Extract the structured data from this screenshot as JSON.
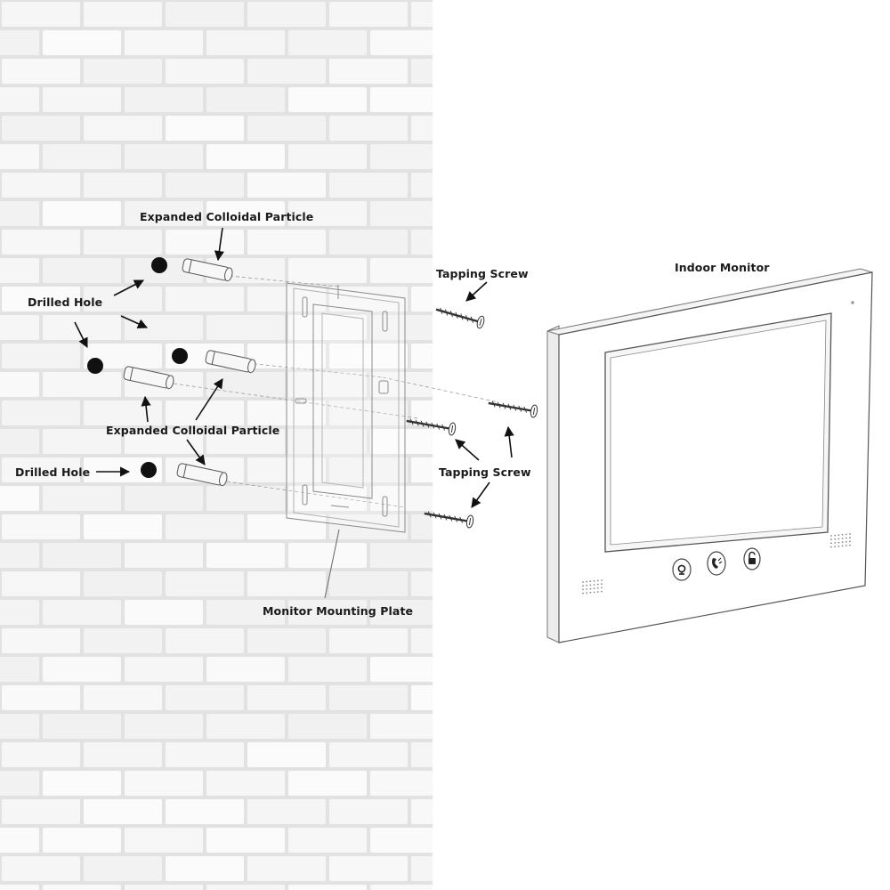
{
  "labels": {
    "expanded_colloidal_particle_top": "Expanded Colloidal Particle",
    "expanded_colloidal_particle_mid": "Expanded Colloidal Particle",
    "drilled_hole_top": "Drilled Hole",
    "drilled_hole_bottom": "Drilled Hole",
    "tapping_screw_top": "Tapping Screw",
    "tapping_screw_bottom": "Tapping Screw",
    "monitor_mounting_plate": "Monitor Mounting Plate",
    "indoor_monitor": "Indoor Monitor"
  },
  "monitor": {
    "buttons": [
      {
        "icon": "monitor-view-icon"
      },
      {
        "icon": "phone-handset-icon"
      },
      {
        "icon": "unlock-icon"
      }
    ]
  },
  "colors": {
    "wall": "#f3f3f3",
    "wall_mortar": "#dcdcdc",
    "line": "#4a4a4a",
    "hole": "#111111",
    "label": "#1a1a1a"
  }
}
